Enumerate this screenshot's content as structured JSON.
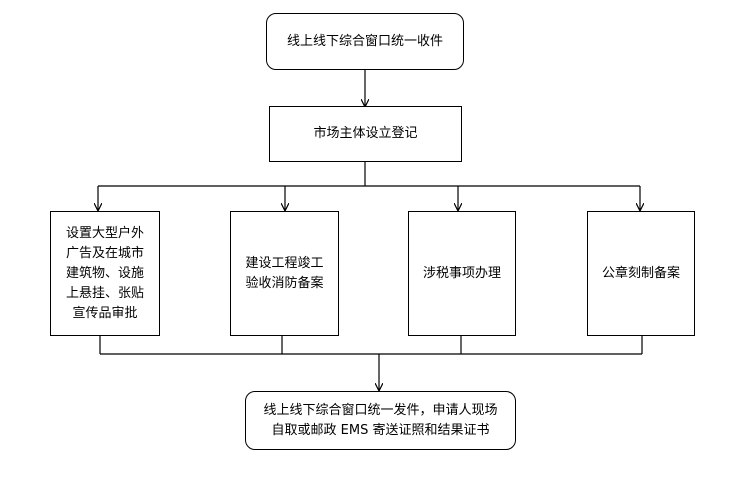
{
  "flowchart": {
    "start": "线上线下综合窗口统一收件",
    "registration": "市场主体设立登记",
    "branches": [
      "设置大型户外\n广告及在城市\n建筑物、设施\n上悬挂、张贴\n宣传品审批",
      "建设工程竣工\n验收消防备案",
      "涉税事项办理",
      "公章刻制备案"
    ],
    "end": "线上线下综合窗口统一发件，申请人现场\n自取或邮政 EMS 寄送证照和结果证书"
  },
  "colors": {
    "line": "#000000",
    "box_border": "#000000",
    "background": "#ffffff"
  }
}
